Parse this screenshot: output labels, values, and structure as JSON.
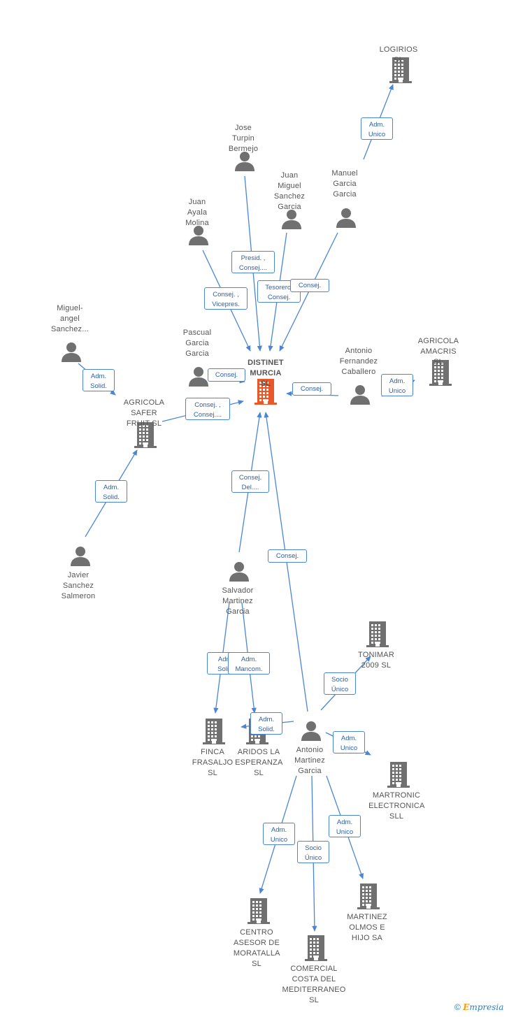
{
  "colors": {
    "edge": "#4a86d4",
    "icon": "#707070",
    "central": "#e8582a",
    "badge_border": "#4a86d4",
    "badge_text": "#2e5fa8"
  },
  "nodes": [
    {
      "id": "distinet",
      "type": "company",
      "central": true,
      "label": "DISTINET\nMURCIA SL"
    },
    {
      "id": "logirios",
      "type": "company",
      "label": "LOGIRIOS SL"
    },
    {
      "id": "jose",
      "type": "person",
      "label": "Jose Turpin\nBermejo"
    },
    {
      "id": "juanm",
      "type": "person",
      "label": "Juan Miguel\nSanchez\nGarcia"
    },
    {
      "id": "manuel",
      "type": "person",
      "label": "Manuel\nGarcia\nGarcia"
    },
    {
      "id": "juana",
      "type": "person",
      "label": "Juan Ayala\nMolina"
    },
    {
      "id": "miguel",
      "type": "person",
      "label": "Miguel-\nangel\nSanchez..."
    },
    {
      "id": "pascual",
      "type": "person",
      "label": "Pascual\nGarcia\nGarcia"
    },
    {
      "id": "antoniof",
      "type": "person",
      "label": "Antonio\nFernandez\nCaballero"
    },
    {
      "id": "amacris",
      "type": "company",
      "label": "AGRICOLA\nAMACRIS  SL"
    },
    {
      "id": "safer",
      "type": "company",
      "label": "AGRICOLA\nSAFER FRUIT SL"
    },
    {
      "id": "javier",
      "type": "person",
      "label": "Javier\nSanchez\nSalmeron"
    },
    {
      "id": "salvador",
      "type": "person",
      "label": "Salvador\nMartinez\nGarcia"
    },
    {
      "id": "tonimar",
      "type": "company",
      "label": "TONIMAR\n2009 SL"
    },
    {
      "id": "finca",
      "type": "company",
      "label": "FINCA\nFRASALJO SL"
    },
    {
      "id": "aridos",
      "type": "company",
      "label": "ARIDOS LA\nESPERANZA SL"
    },
    {
      "id": "antoniom",
      "type": "person",
      "label": "Antonio\nMartinez\nGarcia"
    },
    {
      "id": "martronic",
      "type": "company",
      "label": "MARTRONIC\nELECTRONICA SLL"
    },
    {
      "id": "centro",
      "type": "company",
      "label": "CENTRO\nASESOR DE\nMORATALLA SL"
    },
    {
      "id": "martinez",
      "type": "company",
      "label": "MARTINEZ\nOLMOS E\nHIJO SA"
    },
    {
      "id": "comercial",
      "type": "company",
      "label": "COMERCIAL\nCOSTA DEL\nMEDITERRANEO SL"
    }
  ],
  "edges": [
    {
      "from": "manuel",
      "to": "logirios",
      "label": "Adm.\nUnico"
    },
    {
      "from": "jose",
      "to": "distinet",
      "label": "Presid. ,\nConsej...."
    },
    {
      "from": "juanm",
      "to": "distinet",
      "label": "Tesorero,\nConsej."
    },
    {
      "from": "manuel",
      "to": "distinet",
      "label": "Consej."
    },
    {
      "from": "juana",
      "to": "distinet",
      "label": "Consej. ,\nVicepres."
    },
    {
      "from": "pascual",
      "to": "distinet",
      "label": "Consej."
    },
    {
      "from": "antoniof",
      "to": "distinet",
      "label": "Consej."
    },
    {
      "from": "antoniof",
      "to": "amacris",
      "label": "Adm.\nUnico"
    },
    {
      "from": "miguel",
      "to": "safer",
      "label": "Adm.\nSolid."
    },
    {
      "from": "safer",
      "to": "distinet",
      "label": "Consej. ,\nConsej...."
    },
    {
      "from": "javier",
      "to": "safer",
      "label": "Adm.\nSolid."
    },
    {
      "from": "salvador",
      "to": "distinet",
      "label": "Consej.\nDel...."
    },
    {
      "from": "antoniom",
      "to": "distinet",
      "label": "Consej."
    },
    {
      "from": "salvador",
      "to": "finca",
      "label": "Adm.\nSolid."
    },
    {
      "from": "salvador",
      "to": "aridos",
      "label": "Adm.\nMancom."
    },
    {
      "from": "antoniom",
      "to": "aridos",
      "label": "Adm.\nSolid."
    },
    {
      "from": "antoniom",
      "to": "tonimar",
      "label": "Socio\nÚnico"
    },
    {
      "from": "antoniom",
      "to": "martronic",
      "label": "Adm.\nUnico"
    },
    {
      "from": "antoniom",
      "to": "centro",
      "label": "Adm.\nUnico"
    },
    {
      "from": "antoniom",
      "to": "comercial",
      "label": "Socio\nÚnico"
    },
    {
      "from": "antoniom",
      "to": "martinez",
      "label": "Adm.\nUnico"
    }
  ],
  "footer": {
    "copyright": "©",
    "brand_first": "E",
    "brand_rest": "mpresia"
  }
}
